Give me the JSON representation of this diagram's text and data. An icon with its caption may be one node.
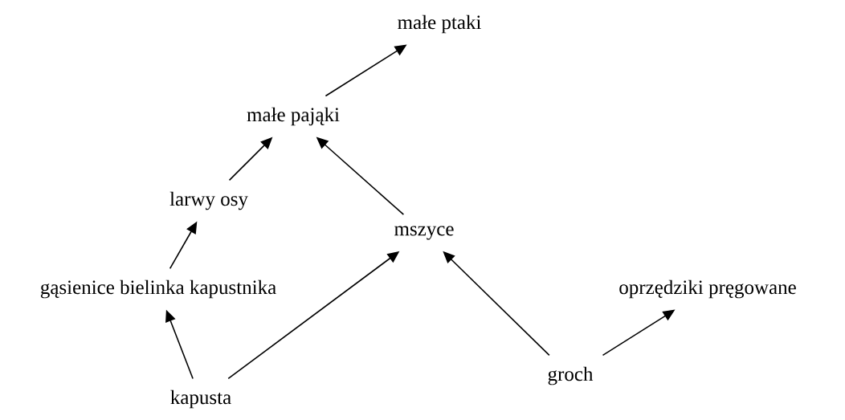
{
  "diagram": {
    "nodes": [
      {
        "text": [
          "małe ptaki"
        ]
      },
      {
        "text": [
          "małe pająki"
        ]
      },
      {
        "text": [
          "larwy osy"
        ]
      },
      {
        "text": [
          "mszyce"
        ]
      },
      {
        "text": [
          "gąsienice bielinka kapustnika"
        ]
      },
      {
        "text": [
          "oprzędziki pręgowane"
        ]
      },
      {
        "text": [
          "groch"
        ]
      },
      {
        "text": [
          "kapusta"
        ]
      }
    ],
    "edges": [
      {
        "from": 1,
        "to": 0,
        "arrow": "to"
      },
      {
        "from": 2,
        "to": 1,
        "arrow": "to"
      },
      {
        "from": 3,
        "to": 1,
        "arrow": "to"
      },
      {
        "from": 4,
        "to": 2,
        "arrow": "to"
      },
      {
        "from": 7,
        "to": 4,
        "arrow": "to"
      },
      {
        "from": 7,
        "to": 3,
        "arrow": "to"
      },
      {
        "from": 6,
        "to": 3,
        "arrow": "to"
      },
      {
        "from": 6,
        "to": 5,
        "arrow": "to"
      }
    ]
  }
}
